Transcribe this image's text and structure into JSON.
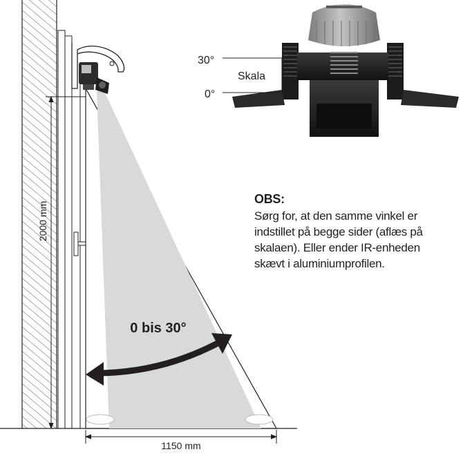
{
  "diagram": {
    "height_label": "2000 mm",
    "width_label": "1150 mm",
    "angle_label": "0 bis 30°",
    "scale": {
      "label": "Skala",
      "mark_top": "30°",
      "mark_bottom": "0°"
    }
  },
  "note": {
    "title": "OBS:",
    "lines": [
      "Sørg for, at den samme vinkel er",
      "indstillet på begge sider (aflæs på",
      "skalaen). Eller ender IR-enheden",
      "skævt i aluminiumprofilen."
    ]
  },
  "colors": {
    "ink": "#231f20",
    "beam": "#d9d9db",
    "hatch": "#555555",
    "device_dark": "#2b2b2b",
    "knob": "#9a9a9a"
  }
}
